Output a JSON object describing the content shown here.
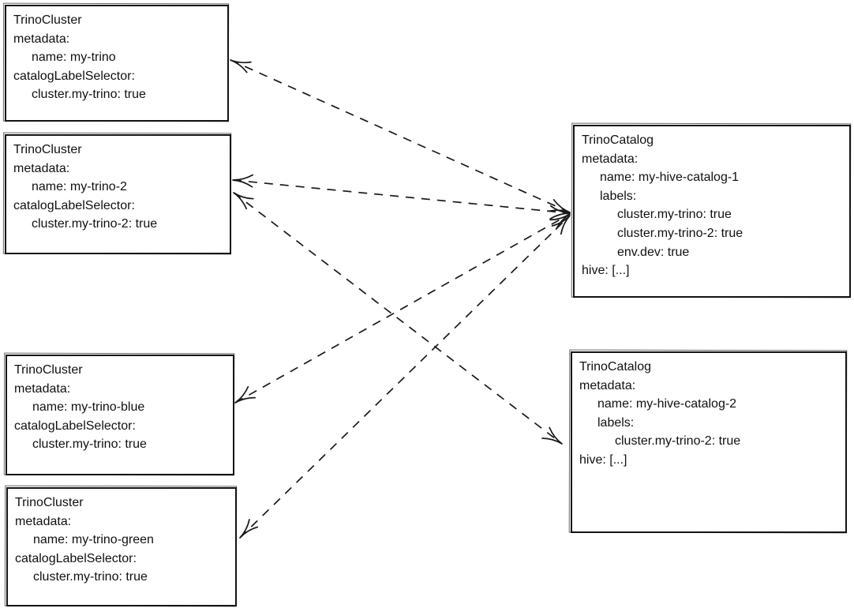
{
  "colors": {
    "stroke": "#1a1a1a",
    "background": "#ffffff",
    "text": "#111111"
  },
  "nodes": {
    "cluster1": {
      "name": "my-trino",
      "lines": [
        "TrinoCluster",
        "metadata:",
        "name: my-trino",
        "catalogLabelSelector:",
        "cluster.my-trino: true"
      ]
    },
    "cluster2": {
      "name": "my-trino-2",
      "lines": [
        "TrinoCluster",
        "metadata:",
        "name: my-trino-2",
        "catalogLabelSelector:",
        "cluster.my-trino-2: true"
      ]
    },
    "clusterBlue": {
      "name": "my-trino-blue",
      "lines": [
        "TrinoCluster",
        "metadata:",
        "name: my-trino-blue",
        "catalogLabelSelector:",
        "cluster.my-trino: true"
      ]
    },
    "clusterGreen": {
      "name": "my-trino-green",
      "lines": [
        "TrinoCluster",
        "metadata:",
        "name: my-trino-green",
        "catalogLabelSelector:",
        "cluster.my-trino: true"
      ]
    },
    "catalog1": {
      "name": "my-hive-catalog-1",
      "lines": [
        "TrinoCatalog",
        "metadata:",
        "name: my-hive-catalog-1",
        "labels:",
        "cluster.my-trino: true",
        "cluster.my-trino-2: true",
        "env.dev: true",
        "hive: [...]"
      ]
    },
    "catalog2": {
      "name": "my-hive-catalog-2",
      "lines": [
        "TrinoCatalog",
        "metadata:",
        "name: my-hive-catalog-2",
        "labels:",
        "cluster.my-trino-2: true",
        "hive: [...]"
      ]
    }
  },
  "edges": [
    {
      "between": [
        "my-trino",
        "my-hive-catalog-1"
      ],
      "style": "dashed",
      "arrowheads": "both"
    },
    {
      "between": [
        "my-trino-2",
        "my-hive-catalog-1"
      ],
      "style": "dashed",
      "arrowheads": "both"
    },
    {
      "between": [
        "my-trino-blue",
        "my-hive-catalog-1"
      ],
      "style": "dashed",
      "arrowheads": "both"
    },
    {
      "between": [
        "my-trino-green",
        "my-hive-catalog-1"
      ],
      "style": "dashed",
      "arrowheads": "both"
    },
    {
      "between": [
        "my-trino-2",
        "my-hive-catalog-2"
      ],
      "style": "dashed",
      "arrowheads": "both"
    }
  ]
}
